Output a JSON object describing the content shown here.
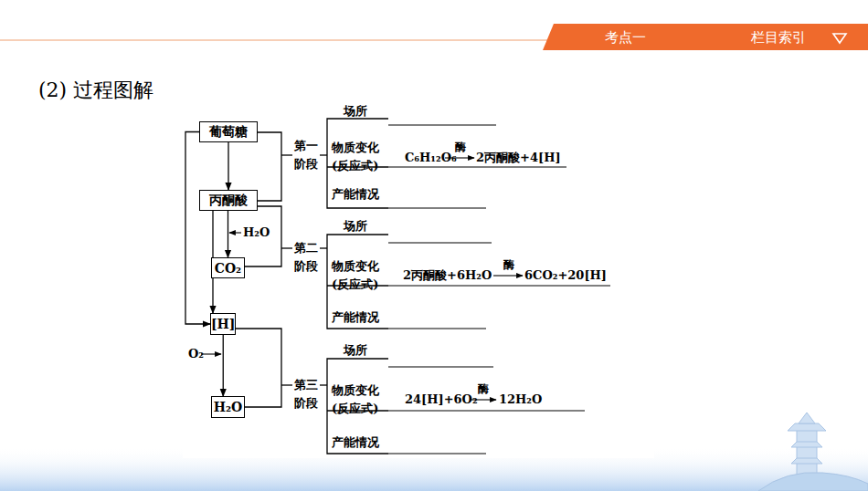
{
  "diagram": {
    "title": "(2) 过程图解",
    "nodes": [
      {
        "text": [
          "葡萄糖"
        ]
      },
      {
        "text": [
          "丙酮酸"
        ]
      },
      {
        "text": [
          "CO₂"
        ]
      },
      {
        "text": [
          "[H]"
        ]
      },
      {
        "text": [
          "H₂O"
        ]
      }
    ],
    "edges": [
      {
        "from": 0,
        "to": 1,
        "arrow": "to"
      },
      {
        "from": 1,
        "to": 2,
        "arrow": "to"
      },
      {
        "from": 0,
        "to": 3,
        "arrow": "to"
      },
      {
        "from": 1,
        "to": 3,
        "arrow": "to"
      },
      {
        "from": 3,
        "to": 4,
        "arrow": "to"
      }
    ],
    "labels": [
      "考点一",
      "栏目索引",
      "第一 阶段",
      "场所",
      "物质变化 (反应式)",
      "产能情况",
      "C₆H₁₂O₆",
      "酶",
      "2丙酮酸+4[H]",
      "第二 阶段",
      "场所",
      "物质变化 (反应式)",
      "产能情况",
      "2丙酮酸+6H₂O",
      "酶",
      "6CO₂+20[H]",
      "第三 阶段",
      "场所",
      "物质变化 (反应式)",
      "产能情况",
      "24[H]+6O₂",
      "酶",
      "12H₂O",
      "H₂O",
      "O₂"
    ]
  }
}
